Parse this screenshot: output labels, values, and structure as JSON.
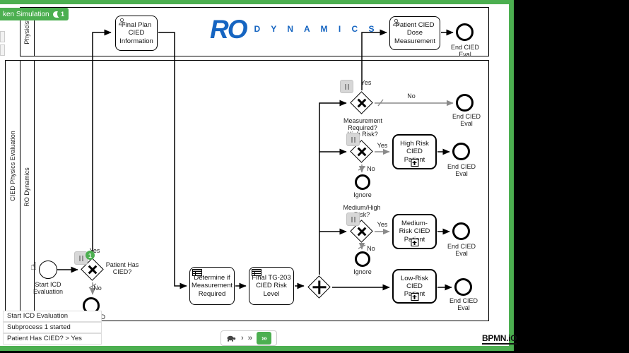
{
  "accent": "#4caf50",
  "token_simulation": {
    "toggle_label": "ken Simulation",
    "counter": "1",
    "gateway_token": "1"
  },
  "brand": {
    "ro": "RO",
    "dynamics": "D Y N A M I C S"
  },
  "pools": {
    "physicist": "Physicist",
    "evaluation": "CIED Physics Evaluation",
    "lane": "RO Dynamics"
  },
  "tasks": {
    "final_plan": "Final Plan CIED Information",
    "patient_dose": "Patient CIED Dose Measurement",
    "determine": "Determine if Measurement Required",
    "tg203": "Final TG-203 CIED Risk Level",
    "high_risk": "High Risk CIED Patient",
    "medium_risk": "Medium-Risk CIED Patient",
    "low_risk": "Low-Risk CIED Patient"
  },
  "events": {
    "start": "Start ICD Evaluation",
    "end_eval": "End CIED Eval",
    "ignore": "Ignore"
  },
  "gateways": {
    "patient_has_cied": "Patient Has CIED?",
    "measurement_required": "Measurement Required?",
    "high_risk": "High Risk?",
    "medium_high_risk": "Medium/High Risk?"
  },
  "flow_labels": {
    "yes": "Yes",
    "no": "No"
  },
  "log": {
    "entries": [
      "Start ICD Evaluation",
      "Subprocess 1 started",
      "Patient Has CIED? > Yes"
    ]
  },
  "speed_control": {
    "slow_icon": "tortoise-icon",
    "normal": "›",
    "fast": "››",
    "fastest": "›››"
  },
  "watermark": "BPMN.iO",
  "cursor_glyph": "☝"
}
